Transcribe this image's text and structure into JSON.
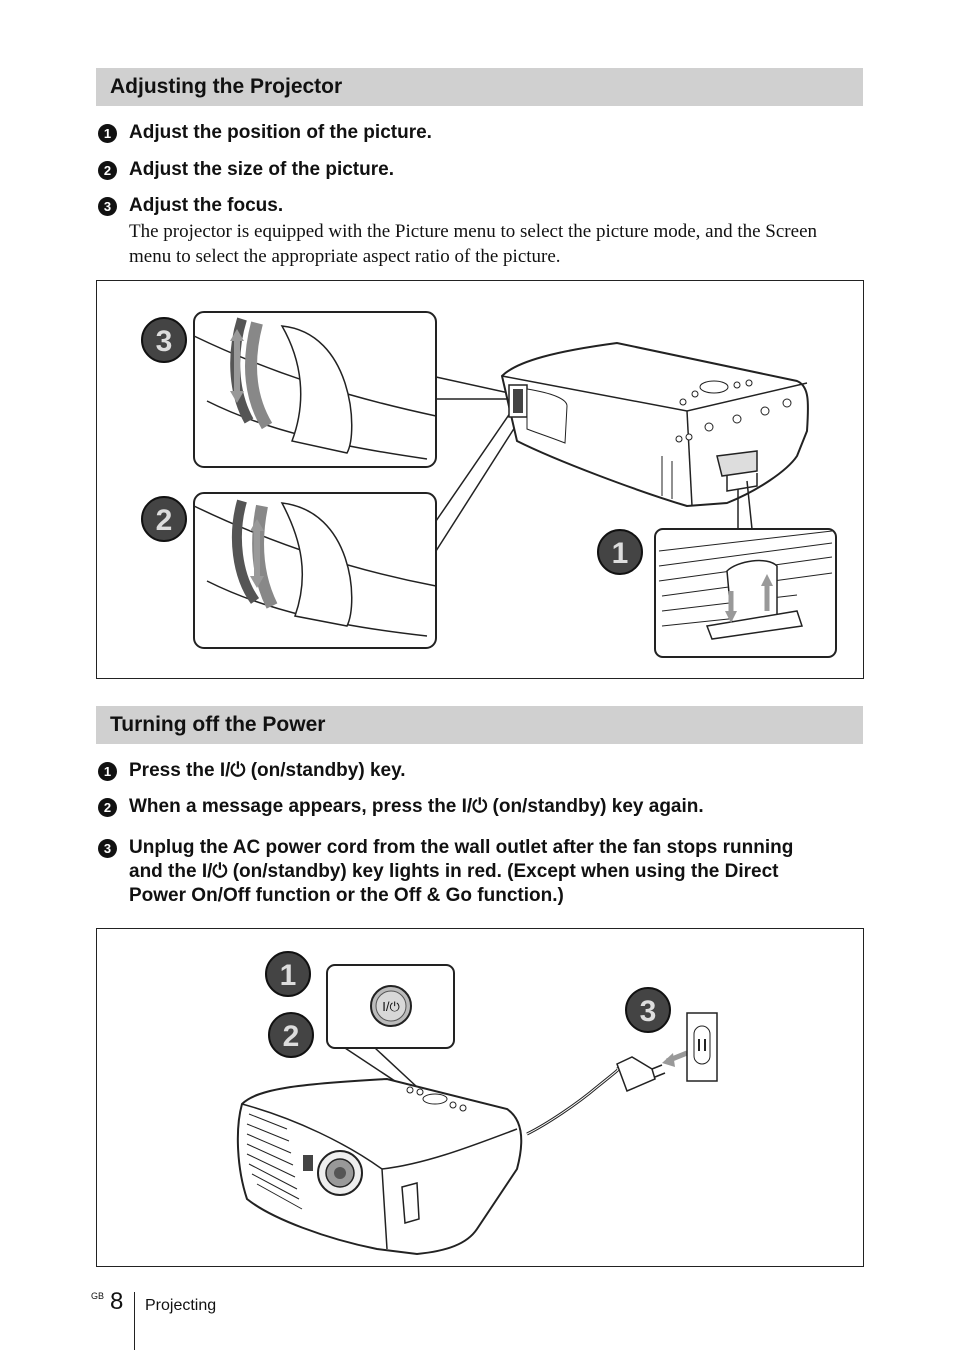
{
  "section1": {
    "title": "Adjusting the Projector",
    "steps": [
      {
        "num": "1",
        "text": "Adjust the position of the picture."
      },
      {
        "num": "2",
        "text": "Adjust the size of the picture."
      },
      {
        "num": "3",
        "text": "Adjust the focus."
      }
    ],
    "note": "The projector is equipped with the Picture menu to select the picture mode, and the Screen menu to select the appropriate aspect ratio of the picture.",
    "figure_callouts": [
      "3",
      "2",
      "1"
    ]
  },
  "section2": {
    "title": "Turning off the Power",
    "steps": [
      {
        "num": "1",
        "text": "Press the I/⏻ (on/standby) key."
      },
      {
        "num": "2",
        "text": "When a message appears, press the I/⏻ (on/standby) key again."
      },
      {
        "num": "3",
        "lines": [
          "Unplug the AC power cord from the wall outlet after the fan stops running",
          "and the I/⏻ (on/standby) key lights in red. (Except when using the Direct",
          "Power On/Off function or the Off & Go function.)"
        ]
      }
    ],
    "figure_callouts": [
      "1",
      "2",
      "3"
    ],
    "button_label": "I/⏻"
  },
  "footer": {
    "region": "GB",
    "page": "8",
    "label": "Projecting"
  }
}
